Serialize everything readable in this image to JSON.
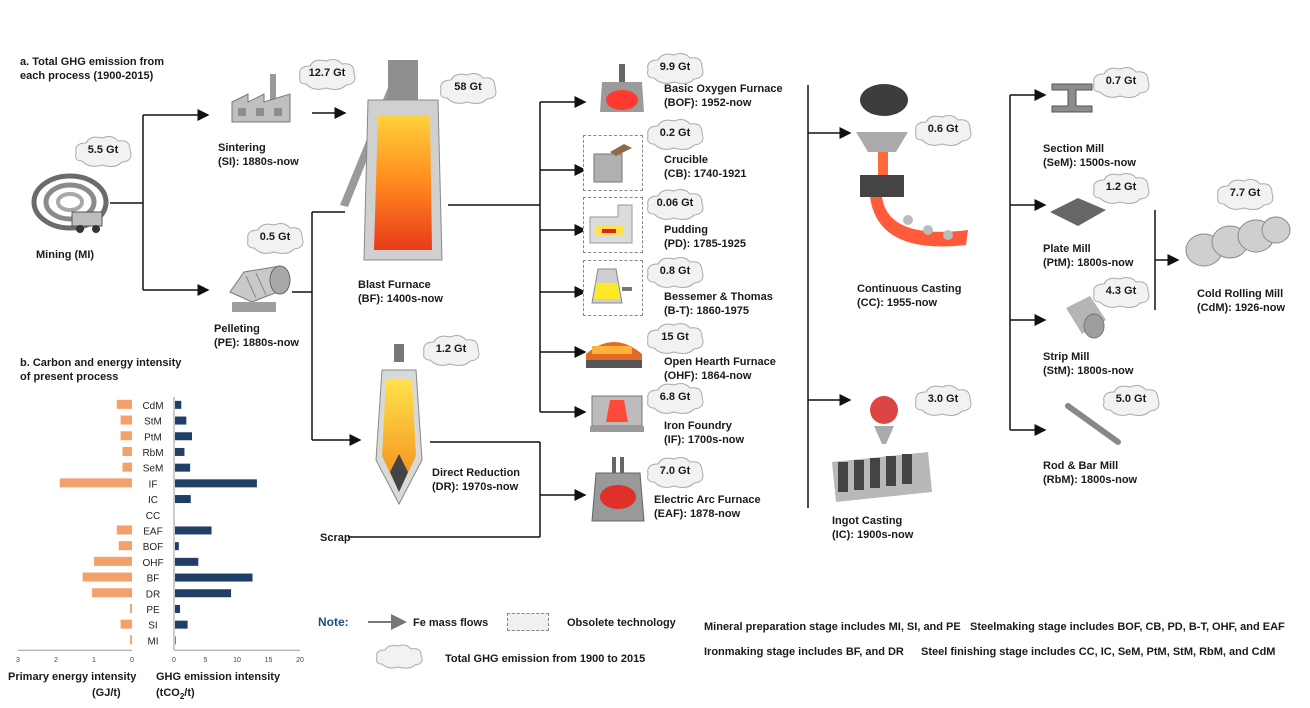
{
  "section_a": {
    "line1": "a. Total GHG emission from",
    "line2": "each process (1900-2015)"
  },
  "section_b": {
    "line1": "b. Carbon and energy intensity",
    "line2": "of present process"
  },
  "processes": {
    "mining": {
      "name": "Mining (MI)",
      "ghg": "5.5 Gt"
    },
    "sintering": {
      "name": "Sintering",
      "period": "(SI): 1880s-now",
      "ghg": "12.7 Gt"
    },
    "pelleting": {
      "name": "Pelleting",
      "period": "(PE): 1880s-now",
      "ghg": "0.5 Gt"
    },
    "blast_furnace": {
      "name": "Blast Furnace",
      "period": "(BF): 1400s-now",
      "ghg": "58 Gt"
    },
    "direct_reduction": {
      "name": "Direct Reduction",
      "period": "(DR): 1970s-now",
      "ghg": "1.2 Gt"
    },
    "scrap": {
      "name": "Scrap"
    },
    "bof": {
      "name": "Basic Oxygen Furnace",
      "period": "(BOF): 1952-now",
      "ghg": "9.9 Gt"
    },
    "crucible": {
      "name": "Crucible",
      "period": "(CB): 1740-1921",
      "ghg": "0.2 Gt"
    },
    "pudding": {
      "name": "Pudding",
      "period": "(PD): 1785-1925",
      "ghg": "0.06 Gt"
    },
    "bessemer": {
      "name": "Bessemer & Thomas",
      "period": "(B-T): 1860-1975",
      "ghg": "0.8 Gt"
    },
    "ohf": {
      "name": "Open Hearth Furnace",
      "period": "(OHF): 1864-now",
      "ghg": "15 Gt"
    },
    "iron_foundry": {
      "name": "Iron Foundry",
      "period": "(IF): 1700s-now",
      "ghg": "6.8 Gt"
    },
    "eaf": {
      "name": "Electric Arc Furnace",
      "period": "(EAF): 1878-now",
      "ghg": "7.0 Gt"
    },
    "continuous_casting": {
      "name": "Continuous Casting",
      "period": "(CC): 1955-now",
      "ghg": "0.6 Gt"
    },
    "ingot_casting": {
      "name": "Ingot Casting",
      "period": "(IC): 1900s-now",
      "ghg": "3.0 Gt"
    },
    "section_mill": {
      "name": "Section Mill",
      "period": "(SeM): 1500s-now",
      "ghg": "0.7 Gt"
    },
    "plate_mill": {
      "name": "Plate Mill",
      "period": "(PtM): 1800s-now",
      "ghg": "1.2 Gt"
    },
    "strip_mill": {
      "name": "Strip Mill",
      "period": "(StM): 1800s-now",
      "ghg": "4.3 Gt"
    },
    "rod_bar_mill": {
      "name": "Rod & Bar Mill",
      "period": "(RbM): 1800s-now",
      "ghg": "5.0 Gt"
    },
    "cold_rolling_mill": {
      "name": "Cold Rolling Mill",
      "period": "(CdM): 1926-now",
      "ghg": "7.7 Gt"
    }
  },
  "legend": {
    "note": "Note:",
    "fe_mass_flows": "Fe mass flows",
    "obsolete": "Obsolete technology",
    "total_ghg": "Total GHG emission from 1900 to 2015",
    "mineral_stage": "Mineral preparation stage includes MI, SI, and PE",
    "steelmaking_stage": "Steelmaking stage includes BOF, CB, PD, B-T, OHF, and EAF",
    "ironmaking_stage": "Ironmaking stage includes BF, and DR",
    "finishing_stage": "Steel finishing stage includes CC, IC, SeM, PtM, StM, RbM, and CdM"
  },
  "chart_data": {
    "type": "bar",
    "categories": [
      "CdM",
      "StM",
      "PtM",
      "RbM",
      "SeM",
      "IF",
      "IC",
      "CC",
      "EAF",
      "BOF",
      "OHF",
      "BF",
      "DR",
      "PE",
      "SI",
      "MI"
    ],
    "series": [
      {
        "name": "Primary energy intensity (GJ/t)",
        "values": [
          0.4,
          0.3,
          0.3,
          0.25,
          0.25,
          1.9,
          0,
          0,
          0.4,
          0.35,
          1.0,
          1.3,
          1.05,
          0.05,
          0.3,
          0.05
        ]
      },
      {
        "name": "GHG emission intensity (tCO2/t)",
        "values": [
          1.0,
          1.8,
          2.7,
          1.5,
          2.4,
          13.0,
          2.5,
          0,
          5.8,
          0.6,
          3.7,
          12.3,
          8.9,
          0.8,
          2.0,
          0.1
        ]
      }
    ],
    "left_axis": {
      "label_line1": "Primary energy intensity",
      "label_line2": "(GJ/t)",
      "ticks": [
        "3",
        "2",
        "1",
        "0"
      ],
      "range": [
        0,
        3
      ]
    },
    "right_axis": {
      "label_line1": "GHG emission intensity",
      "label_line2": "(tCO",
      "label_sub": "2",
      "label_end": "/t)",
      "ticks": [
        "0",
        "5",
        "10",
        "15",
        "20"
      ],
      "range": [
        0,
        20
      ]
    },
    "colors": {
      "energy": "#f4a06b",
      "ghg": "#1f3f66"
    }
  }
}
